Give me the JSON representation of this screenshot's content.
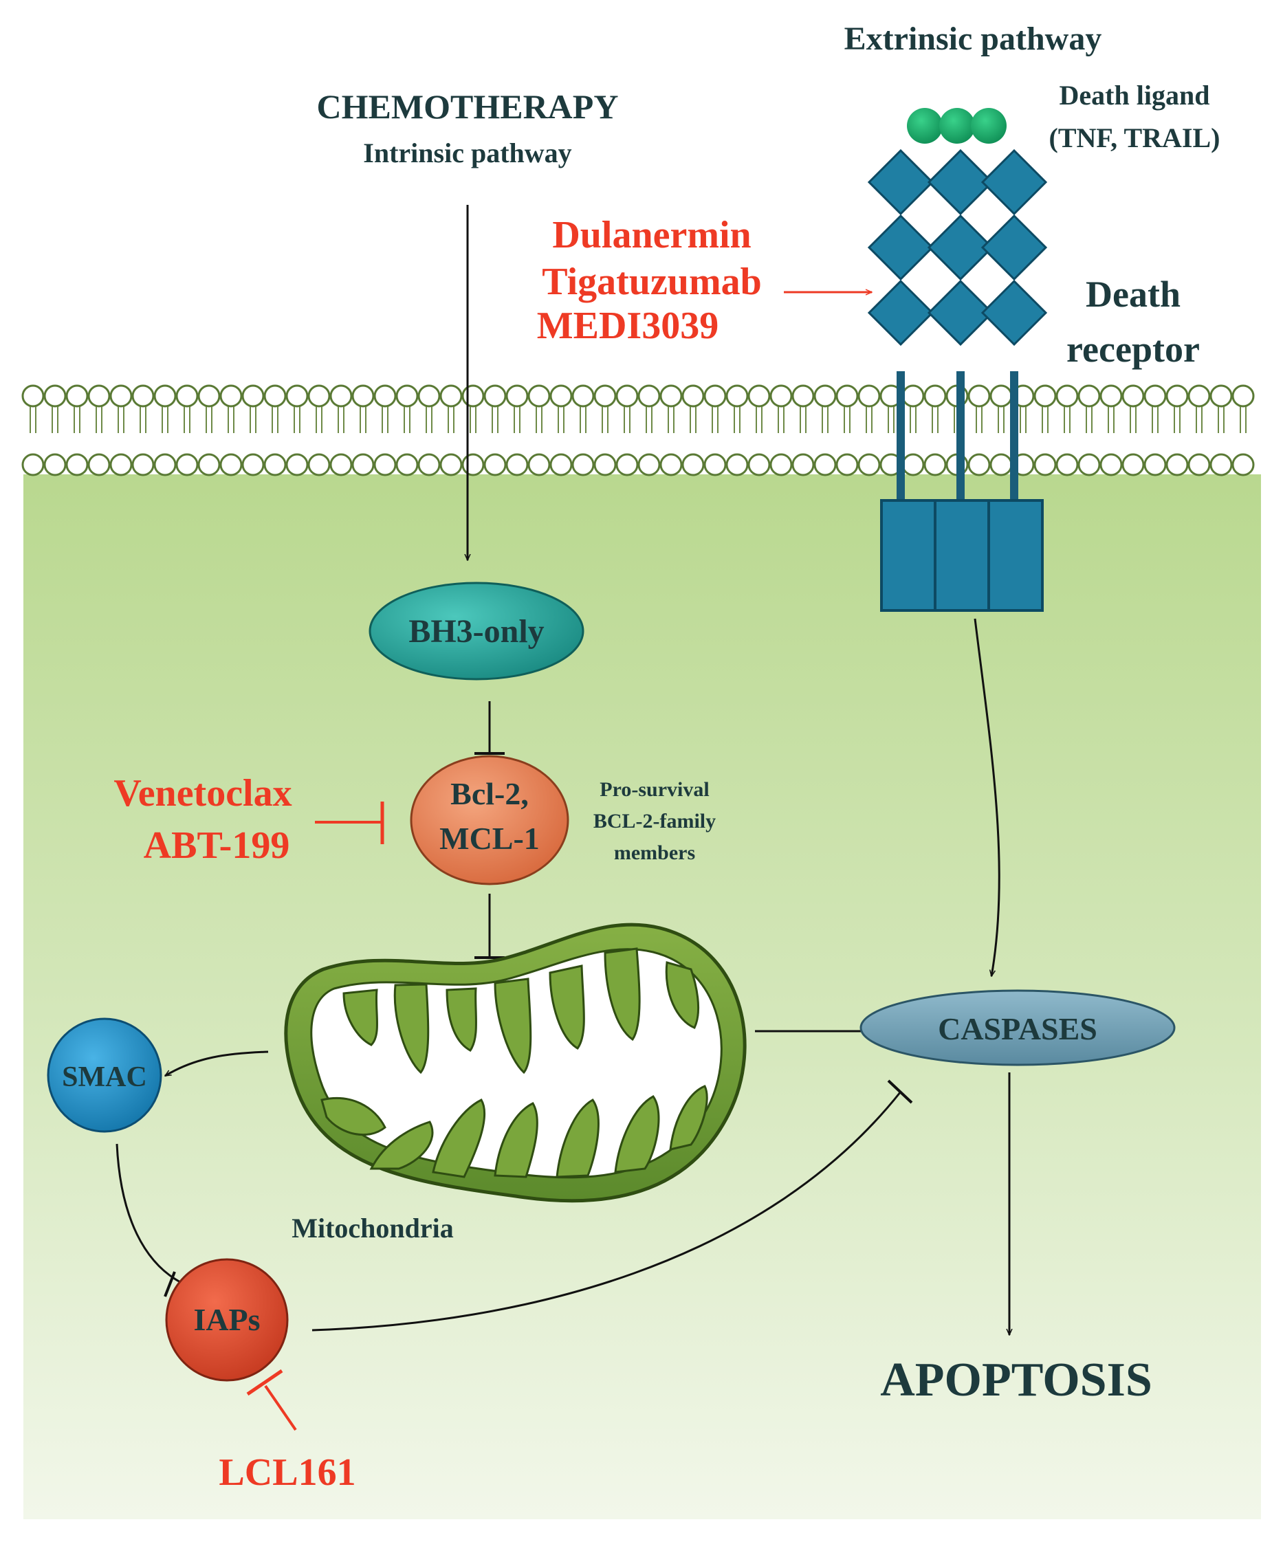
{
  "titles": {
    "chemotherapy": "CHEMOTHERAPY",
    "intrinsic": "Intrinsic pathway",
    "extrinsic": "Extrinsic pathway"
  },
  "ligand": {
    "line1": "Death ligand",
    "line2": "(TNF, TRAIL)"
  },
  "receptor": {
    "line1": "Death",
    "line2": "receptor"
  },
  "receptor_drugs": [
    "Dulanermin",
    "Tigatuzumab",
    "MEDI3039"
  ],
  "nodes": {
    "bh3": "BH3-only",
    "bcl2_line1": "Bcl-2,",
    "bcl2_line2": "MCL-1",
    "smac": "SMAC",
    "iaps": "IAPs",
    "caspases": "CASPASES",
    "apoptosis": "APOPTOSIS",
    "mitochondria": "Mitochondria"
  },
  "bcl_family_note": [
    "Pro-survival",
    "BCL-2-family",
    "members"
  ],
  "bcl_drugs": [
    "Venetoclax",
    "ABT-199"
  ],
  "iap_drug": "LCL161",
  "colors": {
    "cytoplasm_top": "#b9d88f",
    "cytoplasm_bottom": "#f2f7ea",
    "bh3_fill": "#2aa39a",
    "bcl2_fill": "#e8855b",
    "smac_fill": "#1d8fc7",
    "iaps_fill": "#e24a2e",
    "caspases_fill": "#6f9fb3",
    "receptor_fill": "#1f7fa3",
    "ligand_fill": "#1aa868",
    "mito_fill": "#6f9a35",
    "drug_text": "#ee3a24",
    "label_text": "#1d3a3d"
  }
}
